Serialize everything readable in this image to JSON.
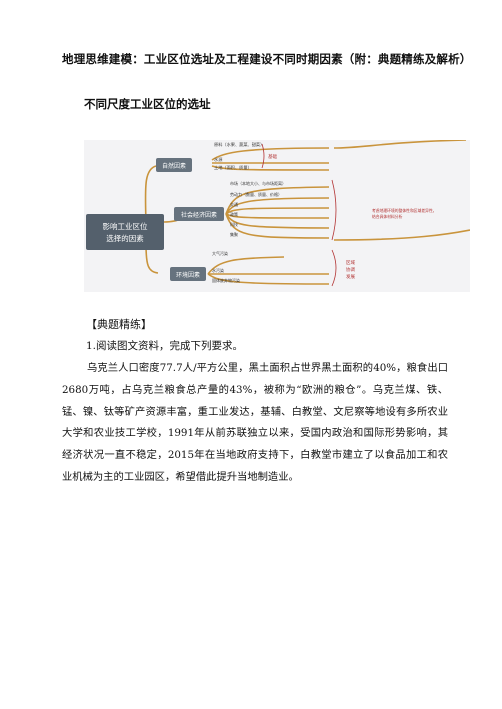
{
  "doc": {
    "title": "地理思维建模：工业区位选址及工程建设不同时期因素（附：典题精练及解析）",
    "subtitle": "不同尺度工业区位的选址",
    "section_label": "【典题精练】",
    "question": "1.阅读图文资料，完成下列要求。",
    "paragraph": "乌克兰人口密度77.7人/平方公里，黑土面积占世界黑土面积的40%，粮食出口2680万吨，占乌克兰粮食总产量的43%，被称为“欧洲的粮仓”。乌克兰煤、铁、锰、镍、钛等矿产资源丰富，重工业发达，基辅、白教堂、文尼察等地设有多所农业大学和农业技工学校，1991年从前苏联独立以来，受国内政治和国际形势影响，其经济状况一直不稳定，2015年在当地政府支持下，白教堂市建立了以食品加工和农业机械为主的工业园区，希望借此提升当地制造业。"
  },
  "mindmap": {
    "center": "影响工业区位\n选择的因素",
    "branches": {
      "natural": {
        "label": "自然因素",
        "items": [
          "原料（水果、蔬菜、甜菜）",
          "水源",
          "土地（面积、质量）"
        ],
        "note": "基础"
      },
      "social": {
        "label": "社会经济因素",
        "items": [
          "市场（本地大小、与市场距离）",
          "劳动力（数量、质量、价格）",
          "交通",
          "政策",
          "科技",
          "集聚"
        ],
        "note": "考虑地理环境的整体性和区域差异性，结合具体材料分析"
      },
      "environment": {
        "label": "环境因素",
        "items": [
          "大气污染",
          "水污染",
          "固体废弃物污染"
        ],
        "note": "区域协调发展"
      }
    },
    "colors": {
      "background": "#f3f3f5",
      "center_box": "#54606c",
      "branch_box": "#66727e",
      "line": "#c9943c",
      "note_red": "#b23232"
    }
  }
}
